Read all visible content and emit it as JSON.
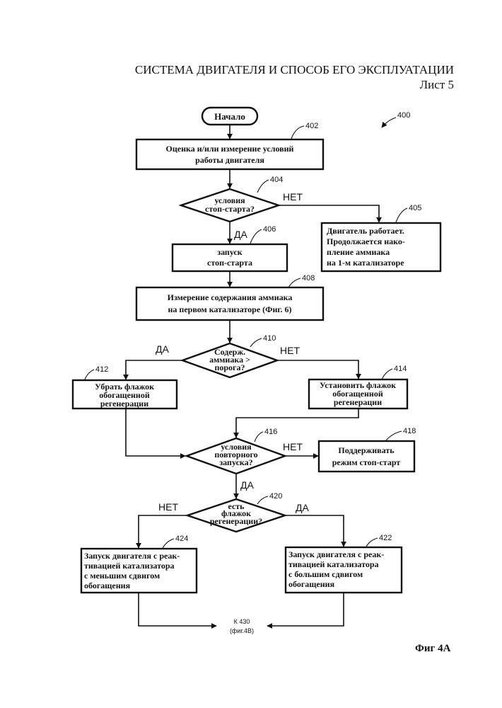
{
  "header": {
    "title": "СИСТЕМА ДВИГАТЕЛЯ И СПОСОБ ЕГО ЭКСПЛУАТАЦИИ",
    "sheet": "Лист 5"
  },
  "figure": {
    "ref": "400",
    "label": "Фиг 4A"
  },
  "nodes": {
    "start": {
      "label": "Начало"
    },
    "n402": {
      "ref": "402",
      "line1": "Оценка и/или измерение условий",
      "line2": "работы двигателя"
    },
    "n404": {
      "ref": "404",
      "line1": "условия",
      "line2": "стоп-старта?"
    },
    "n405": {
      "ref": "405",
      "line1": "Двигатель работает.",
      "line2": "Продолжается нако-",
      "line3": "пление аммиака",
      "line4": "на 1-м катализаторе"
    },
    "n406": {
      "ref": "406",
      "line1": "запуск",
      "line2": "стоп-старта"
    },
    "n408": {
      "ref": "408",
      "line1": "Измерение содержания аммиака",
      "line2": "на первом катализаторе (Фиг. 6)"
    },
    "n410": {
      "ref": "410",
      "line1": "Содерж.",
      "line2": "аммиака >",
      "line3": "порога?"
    },
    "n412": {
      "ref": "412",
      "line1": "Убрать флажок",
      "line2": "обогащенной",
      "line3": "регенерации"
    },
    "n414": {
      "ref": "414",
      "line1": "Установить флажок",
      "line2": "обогащенной",
      "line3": "регенерации"
    },
    "n416": {
      "ref": "416",
      "line1": "условия",
      "line2": "повторного",
      "line3": "запуска?"
    },
    "n418": {
      "ref": "418",
      "line1": "Поддерживать",
      "line2": "режим стоп-старт"
    },
    "n420": {
      "ref": "420",
      "line1": "есть",
      "line2": "флажок",
      "line3": "регенерации?"
    },
    "n422": {
      "ref": "422",
      "line1": "Запуск двигателя с реак-",
      "line2": "тивацией катализатора",
      "line3": "с большим сдвигом",
      "line4": "обогащения"
    },
    "n424": {
      "ref": "424",
      "line1": "Запуск двигателя с реак-",
      "line2": "тивацией катализатора",
      "line3": "с меньшим сдвигом",
      "line4": "обогащения"
    },
    "end": {
      "line1": "К 430",
      "line2": "(фиг.4B)"
    }
  },
  "edge_labels": {
    "n404_no": "НЕТ",
    "n404_yes": "ДА",
    "n410_yes": "ДА",
    "n410_no": "НЕТ",
    "n416_no": "НЕТ",
    "n416_yes": "ДА",
    "n420_no": "НЕТ",
    "n420_yes": "ДА"
  }
}
